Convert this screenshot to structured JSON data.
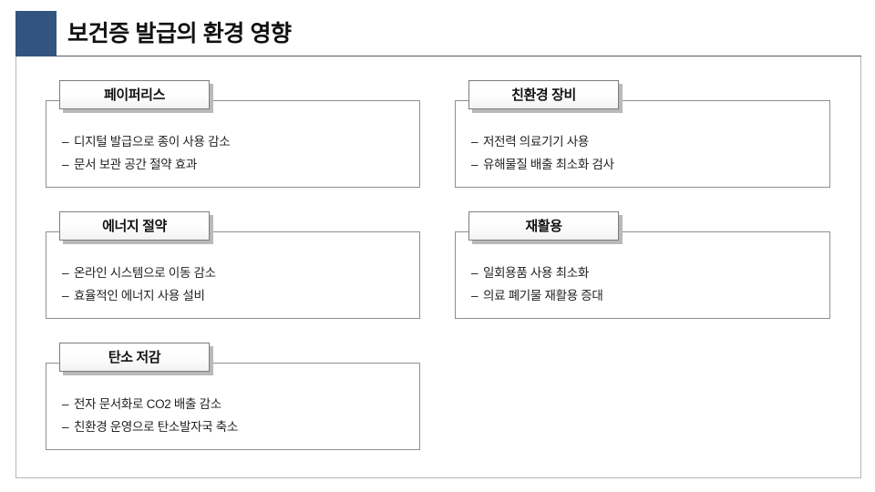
{
  "slide": {
    "title": "보건증 발급의 환경 영향",
    "accent_color": "#31557f",
    "frame_border_color": "#b6b6b6",
    "bullet_marker": "–"
  },
  "cards": [
    {
      "label": "페이퍼리스",
      "items": [
        "디지털 발급으로 종이 사용 감소",
        "문서 보관 공간 절약 효과"
      ]
    },
    {
      "label": "친환경 장비",
      "items": [
        "저전력 의료기기 사용",
        "유해물질 배출 최소화 검사"
      ]
    },
    {
      "label": "에너지 절약",
      "items": [
        "온라인 시스템으로 이동 감소",
        "효율적인 에너지 사용 설비"
      ]
    },
    {
      "label": "재활용",
      "items": [
        "일회용품 사용 최소화",
        "의료 폐기물 재활용 증대"
      ]
    },
    {
      "label": "탄소 저감",
      "items": [
        "전자 문서화로 CO2 배출 감소",
        "친환경 운영으로 탄소발자국 축소"
      ]
    }
  ]
}
